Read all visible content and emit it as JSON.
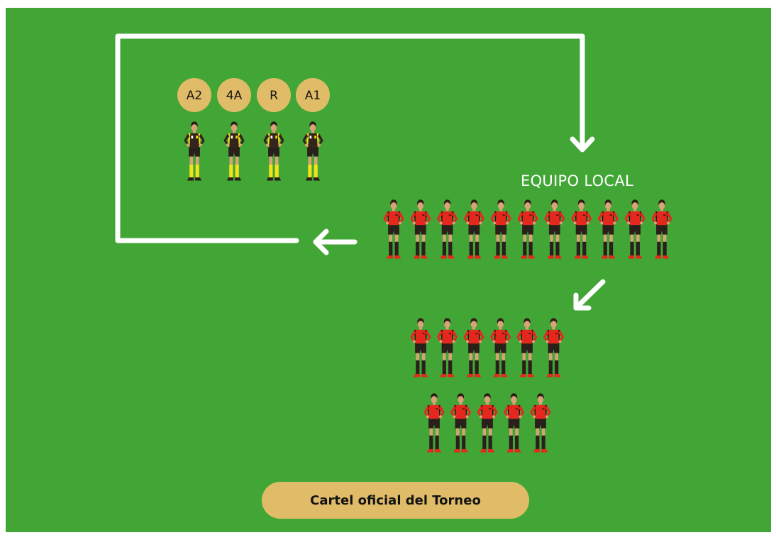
{
  "field": {
    "grass_color": "#42a636",
    "line_color": "#ffffff"
  },
  "referees": {
    "labels": [
      "A2",
      "4A",
      "R",
      "A1"
    ],
    "badge_color": "#e1bc68",
    "kit": {
      "shirt": "#33241d",
      "trim": "#f1e21a",
      "socks": "#f1e21a"
    }
  },
  "home_team": {
    "label": "EQUIPO LOCAL",
    "lineup_count": 11,
    "bench_rows": [
      6,
      5
    ],
    "kit": {
      "shirt": "#e4281e",
      "shorts": "#2a1f1b",
      "socks": "#2a1f1b",
      "boots": "#e4281e"
    }
  },
  "arrows": {
    "down_icon": "arrow-down-icon",
    "left_icon": "arrow-left-icon",
    "down_left_icon": "arrow-down-left-icon"
  },
  "footer": {
    "button_label": "Cartel oficial del Torneo",
    "button_color": "#e1bc68"
  }
}
